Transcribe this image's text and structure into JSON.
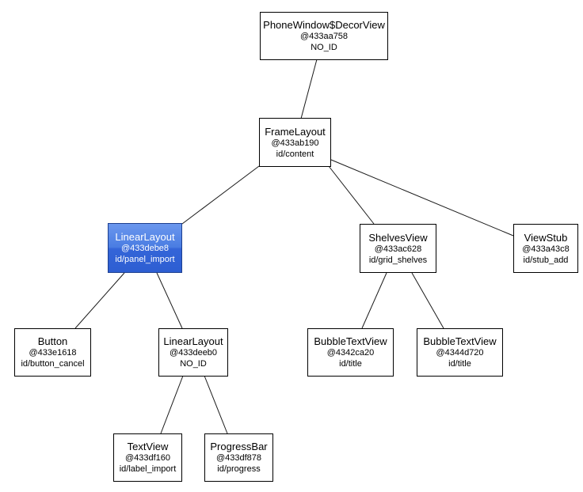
{
  "diagram": {
    "title": "View hierarchy tree",
    "type": "tree-diagram",
    "background": "#ffffff"
  },
  "colors": {
    "node_fill": "#ffffff",
    "node_border": "#000000",
    "node_text": "#000000",
    "edge": "#1a1a1a",
    "selected_fill_top": "#6b97ee",
    "selected_fill_bottom": "#2d5ed2",
    "selected_border": "#1d3f8f",
    "selected_text": "#ffffff"
  },
  "nodes": [
    {
      "id": "decorview",
      "class_name": "PhoneWindow$DecorView",
      "address": "@433aa758",
      "view_id": "NO_ID",
      "selected": false
    },
    {
      "id": "framelayout_content",
      "class_name": "FrameLayout",
      "address": "@433ab190",
      "view_id": "id/content",
      "selected": false
    },
    {
      "id": "linearlayout_panel_import",
      "class_name": "LinearLayout",
      "address": "@433debe8",
      "view_id": "id/panel_import",
      "selected": true
    },
    {
      "id": "shelvesview_grid_shelves",
      "class_name": "ShelvesView",
      "address": "@433ac628",
      "view_id": "id/grid_shelves",
      "selected": false
    },
    {
      "id": "viewstub_stub_add",
      "class_name": "ViewStub",
      "address": "@433a43c8",
      "view_id": "id/stub_add",
      "selected": false
    },
    {
      "id": "button_cancel",
      "class_name": "Button",
      "address": "@433e1618",
      "view_id": "id/button_cancel",
      "selected": false
    },
    {
      "id": "linearlayout_no_id",
      "class_name": "LinearLayout",
      "address": "@433deeb0",
      "view_id": "NO_ID",
      "selected": false
    },
    {
      "id": "bubbletextview_title_1",
      "class_name": "BubbleTextView",
      "address": "@4342ca20",
      "view_id": "id/title",
      "selected": false
    },
    {
      "id": "bubbletextview_title_2",
      "class_name": "BubbleTextView",
      "address": "@4344d720",
      "view_id": "id/title",
      "selected": false
    },
    {
      "id": "textview_label_import",
      "class_name": "TextView",
      "address": "@433df160",
      "view_id": "id/label_import",
      "selected": false
    },
    {
      "id": "progressbar_progress",
      "class_name": "ProgressBar",
      "address": "@433df878",
      "view_id": "id/progress",
      "selected": false
    }
  ],
  "edges": [
    {
      "from": "decorview",
      "to": "framelayout_content"
    },
    {
      "from": "framelayout_content",
      "to": "linearlayout_panel_import"
    },
    {
      "from": "framelayout_content",
      "to": "shelvesview_grid_shelves"
    },
    {
      "from": "framelayout_content",
      "to": "viewstub_stub_add"
    },
    {
      "from": "linearlayout_panel_import",
      "to": "button_cancel"
    },
    {
      "from": "linearlayout_panel_import",
      "to": "linearlayout_no_id"
    },
    {
      "from": "shelvesview_grid_shelves",
      "to": "bubbletextview_title_1"
    },
    {
      "from": "shelvesview_grid_shelves",
      "to": "bubbletextview_title_2"
    },
    {
      "from": "linearlayout_no_id",
      "to": "textview_label_import"
    },
    {
      "from": "linearlayout_no_id",
      "to": "progressbar_progress"
    }
  ]
}
